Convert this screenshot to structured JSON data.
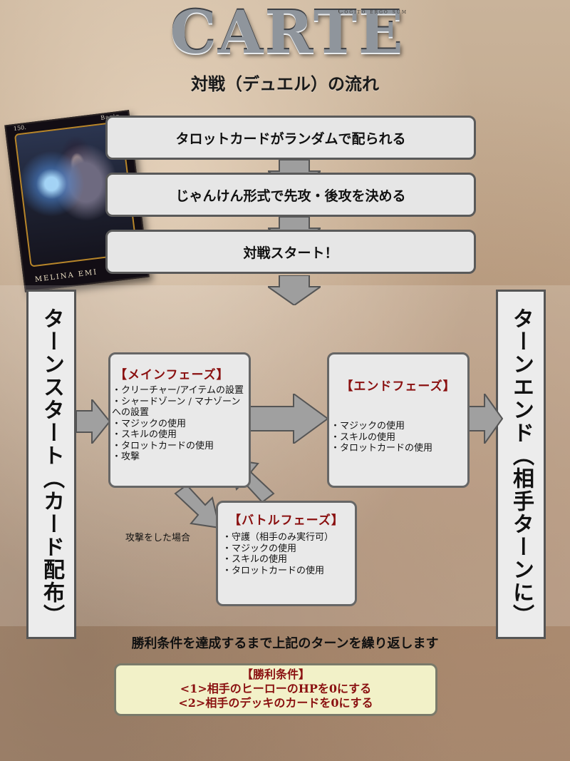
{
  "logo": {
    "text": "CARTE",
    "tagline": "Cogito ergo sum"
  },
  "page_title": "対戦（デュエル）の流れ",
  "card": {
    "number": "150.",
    "rarity": "Basic",
    "name": "MELINA EMI"
  },
  "steps": [
    "タロットカードがランダムで配られる",
    "じゃんけん形式で先攻・後攻を決める",
    "対戦スタート！"
  ],
  "turn_start": "ターンスタート（カード配布）",
  "turn_end": "ターンエンド（相手ターンに）",
  "main_phase": {
    "title": "【メインフェーズ】",
    "items": [
      "クリーチャー/アイテムの設置",
      "シャードゾーン / マナゾーンへの設置",
      "マジックの使用",
      "スキルの使用",
      "タロットカードの使用",
      "攻撃"
    ]
  },
  "end_phase": {
    "title": "【エンドフェーズ】",
    "items": [
      "マジックの使用",
      "スキルの使用",
      "タロットカードの使用"
    ]
  },
  "battle_phase": {
    "title": "【バトルフェーズ】",
    "items": [
      "守護（相手のみ実行可）",
      "マジックの使用",
      "スキルの使用",
      "タロットカードの使用"
    ]
  },
  "attack_note": "攻撃をした場合",
  "repeat_note": "勝利条件を達成するまで上記のターンを繰り返します",
  "victory": {
    "title": "【勝利条件】",
    "conditions": [
      "<1>相手のヒーローのHPを0にする",
      "<2>相手のデッキのカードを0にする"
    ]
  },
  "colors": {
    "phase_title": "#8a1010",
    "victory_bg": "#f2f1c8",
    "box_bg": "#e6e6e6",
    "arrow": "#9e9e9e"
  }
}
